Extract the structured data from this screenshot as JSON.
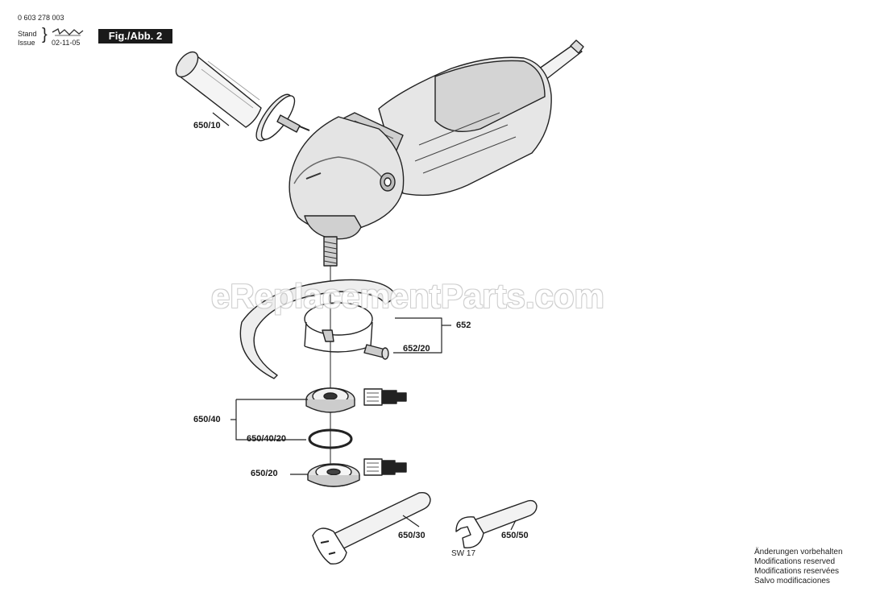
{
  "header": {
    "doc_number": "0 603 278 003",
    "stand_label": "Stand",
    "issue_label": "Issue",
    "issue_date": "02-11-05",
    "figure_label": "Fig./Abb. 2"
  },
  "callouts": {
    "handle": "650/10",
    "guard": "652",
    "guard_screw": "652/20",
    "flange_set": "650/40",
    "o_ring": "650/40/20",
    "clamp_nut": "650/20",
    "pin_wrench": "650/30",
    "open_wrench": "650/50",
    "wrench_size": "SW 17"
  },
  "watermark": "eReplacementParts.com",
  "notes": [
    "Änderungen vorbehalten",
    "Modifications reserved",
    "Modifications reservées",
    "Salvo modificaciones"
  ]
}
